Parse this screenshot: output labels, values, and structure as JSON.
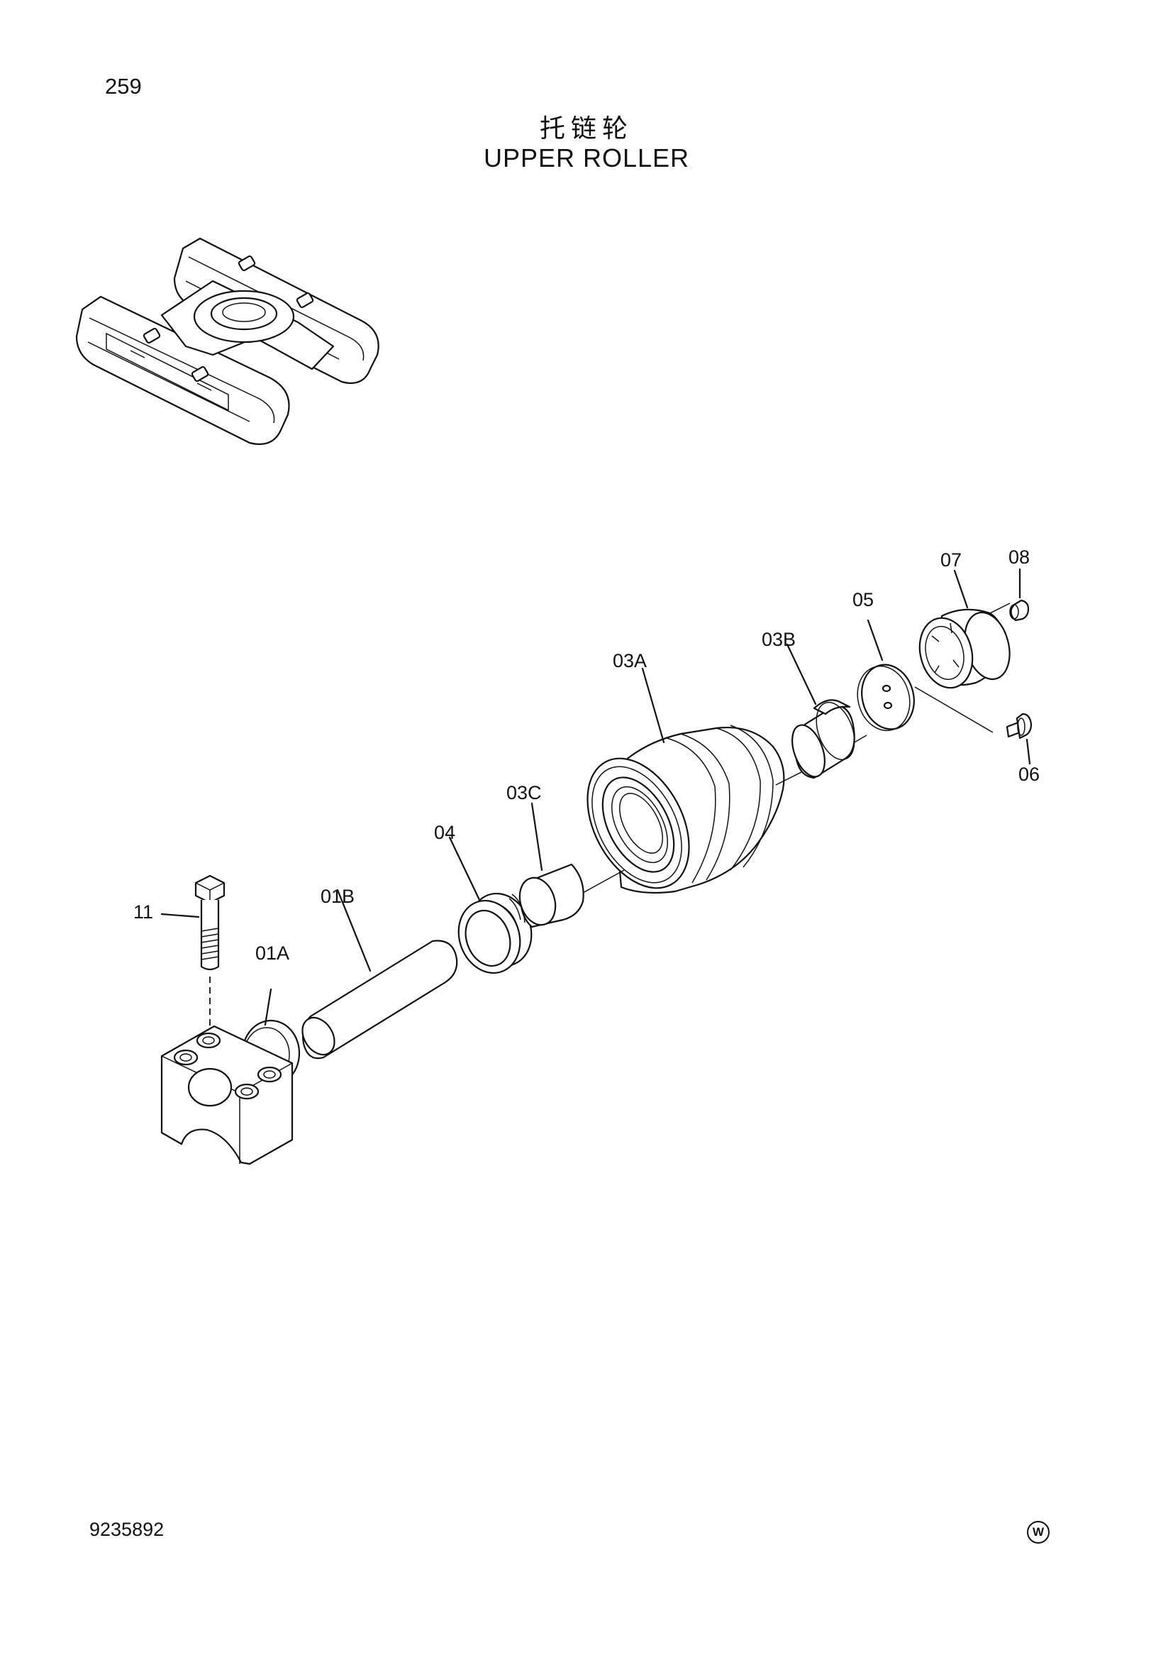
{
  "header": {
    "page_number": "259",
    "title_cn": "托链轮",
    "title_en": "UPPER ROLLER"
  },
  "footer": {
    "doc_number": "9235892",
    "mark": "W"
  },
  "callouts": {
    "c11": "11",
    "c01B": "01B",
    "c01A": "01A",
    "c04": "04",
    "c03C": "03C",
    "c03A": "03A",
    "c03B": "03B",
    "c05": "05",
    "c07": "07",
    "c08": "08",
    "c06": "06"
  },
  "icons": {
    "mark_icon": "circled-w-icon",
    "overview_icon": "undercarriage-overview-icon"
  }
}
